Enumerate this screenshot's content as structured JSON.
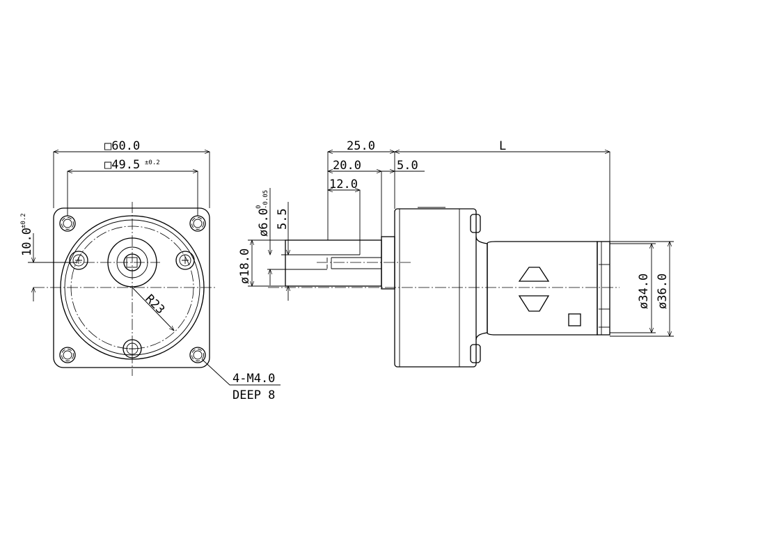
{
  "front_view": {
    "square_size": "□60.0",
    "bolt_pitch": "□49.5",
    "bolt_pitch_tol": "±0.2",
    "shaft_offset": "10.0",
    "shaft_offset_tol": "±0.2",
    "radius": "R23",
    "thread_spec": "4-M4.0",
    "thread_depth": "DEEP 8"
  },
  "side_view": {
    "dim_25": "25.0",
    "dim_20": "20.0",
    "dim_12": "12.0",
    "dim_5": "5.0",
    "dim_L": "L",
    "dim_5_5": "5.5",
    "shaft_dia": "ø6.0",
    "shaft_dia_tol_upper": "0",
    "shaft_dia_tol_lower": "-0.05",
    "boss_dia": "ø18.0",
    "motor_dia_34": "ø34.0",
    "motor_dia_36": "ø36.0"
  }
}
